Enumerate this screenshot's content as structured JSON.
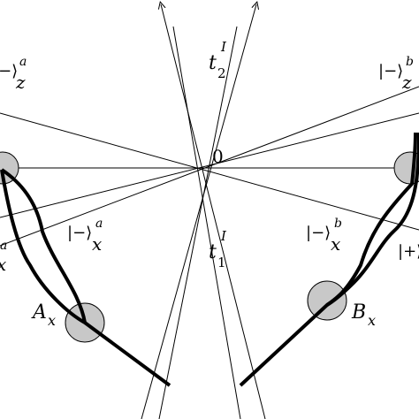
{
  "labels": {
    "origin": "0",
    "t2_base": "t",
    "t2_sup": "I",
    "t2_sub": "2",
    "t1_base": "t",
    "t1_sup": "I",
    "t1_sub": "1",
    "ket_za_bar": "|−⟩",
    "ket_za_sub": "z",
    "ket_za_sup": "a",
    "ket_zb_bar": "|−⟩",
    "ket_zb_sub": "z",
    "ket_zb_sup": "b",
    "ket_xa_bar": "|−⟩",
    "ket_xa_sub": "x",
    "ket_xa_sup": "a",
    "ket_xb_bar": "|−⟩",
    "ket_xb_sub": "x",
    "ket_xb_sup": "b",
    "ket_plus_b": "|+⟩",
    "left_partial_sup": "a",
    "left_partial_sub": "x",
    "Ax_base": "A",
    "Ax_sub": "x",
    "Bx_base": "B",
    "Bx_sub": "x"
  },
  "colors": {
    "line": "#000000",
    "circle_fill": "#c8c8c8",
    "background": "#ffffff"
  }
}
